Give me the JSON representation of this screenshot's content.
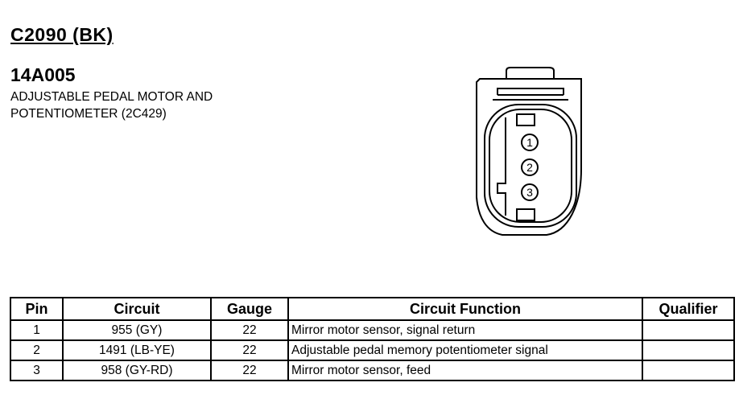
{
  "header": {
    "connector_id": "C2090 (BK)",
    "part_number": "14A005",
    "description_lines": [
      "ADJUSTABLE PEDAL MOTOR AND",
      "POTENTIOMETER (2C429)"
    ]
  },
  "connector": {
    "pins": [
      "1",
      "2",
      "3"
    ]
  },
  "table": {
    "headers": [
      "Pin",
      "Circuit",
      "Gauge",
      "Circuit Function",
      "Qualifier"
    ],
    "rows": [
      {
        "pin": "1",
        "circuit": "955 (GY)",
        "gauge": "22",
        "function": "Mirror motor sensor, signal return",
        "qualifier": ""
      },
      {
        "pin": "2",
        "circuit": "1491 (LB-YE)",
        "gauge": "22",
        "function": "Adjustable pedal memory potentiometer signal",
        "qualifier": ""
      },
      {
        "pin": "3",
        "circuit": "958 (GY-RD)",
        "gauge": "22",
        "function": "Mirror motor sensor, feed",
        "qualifier": ""
      }
    ]
  }
}
